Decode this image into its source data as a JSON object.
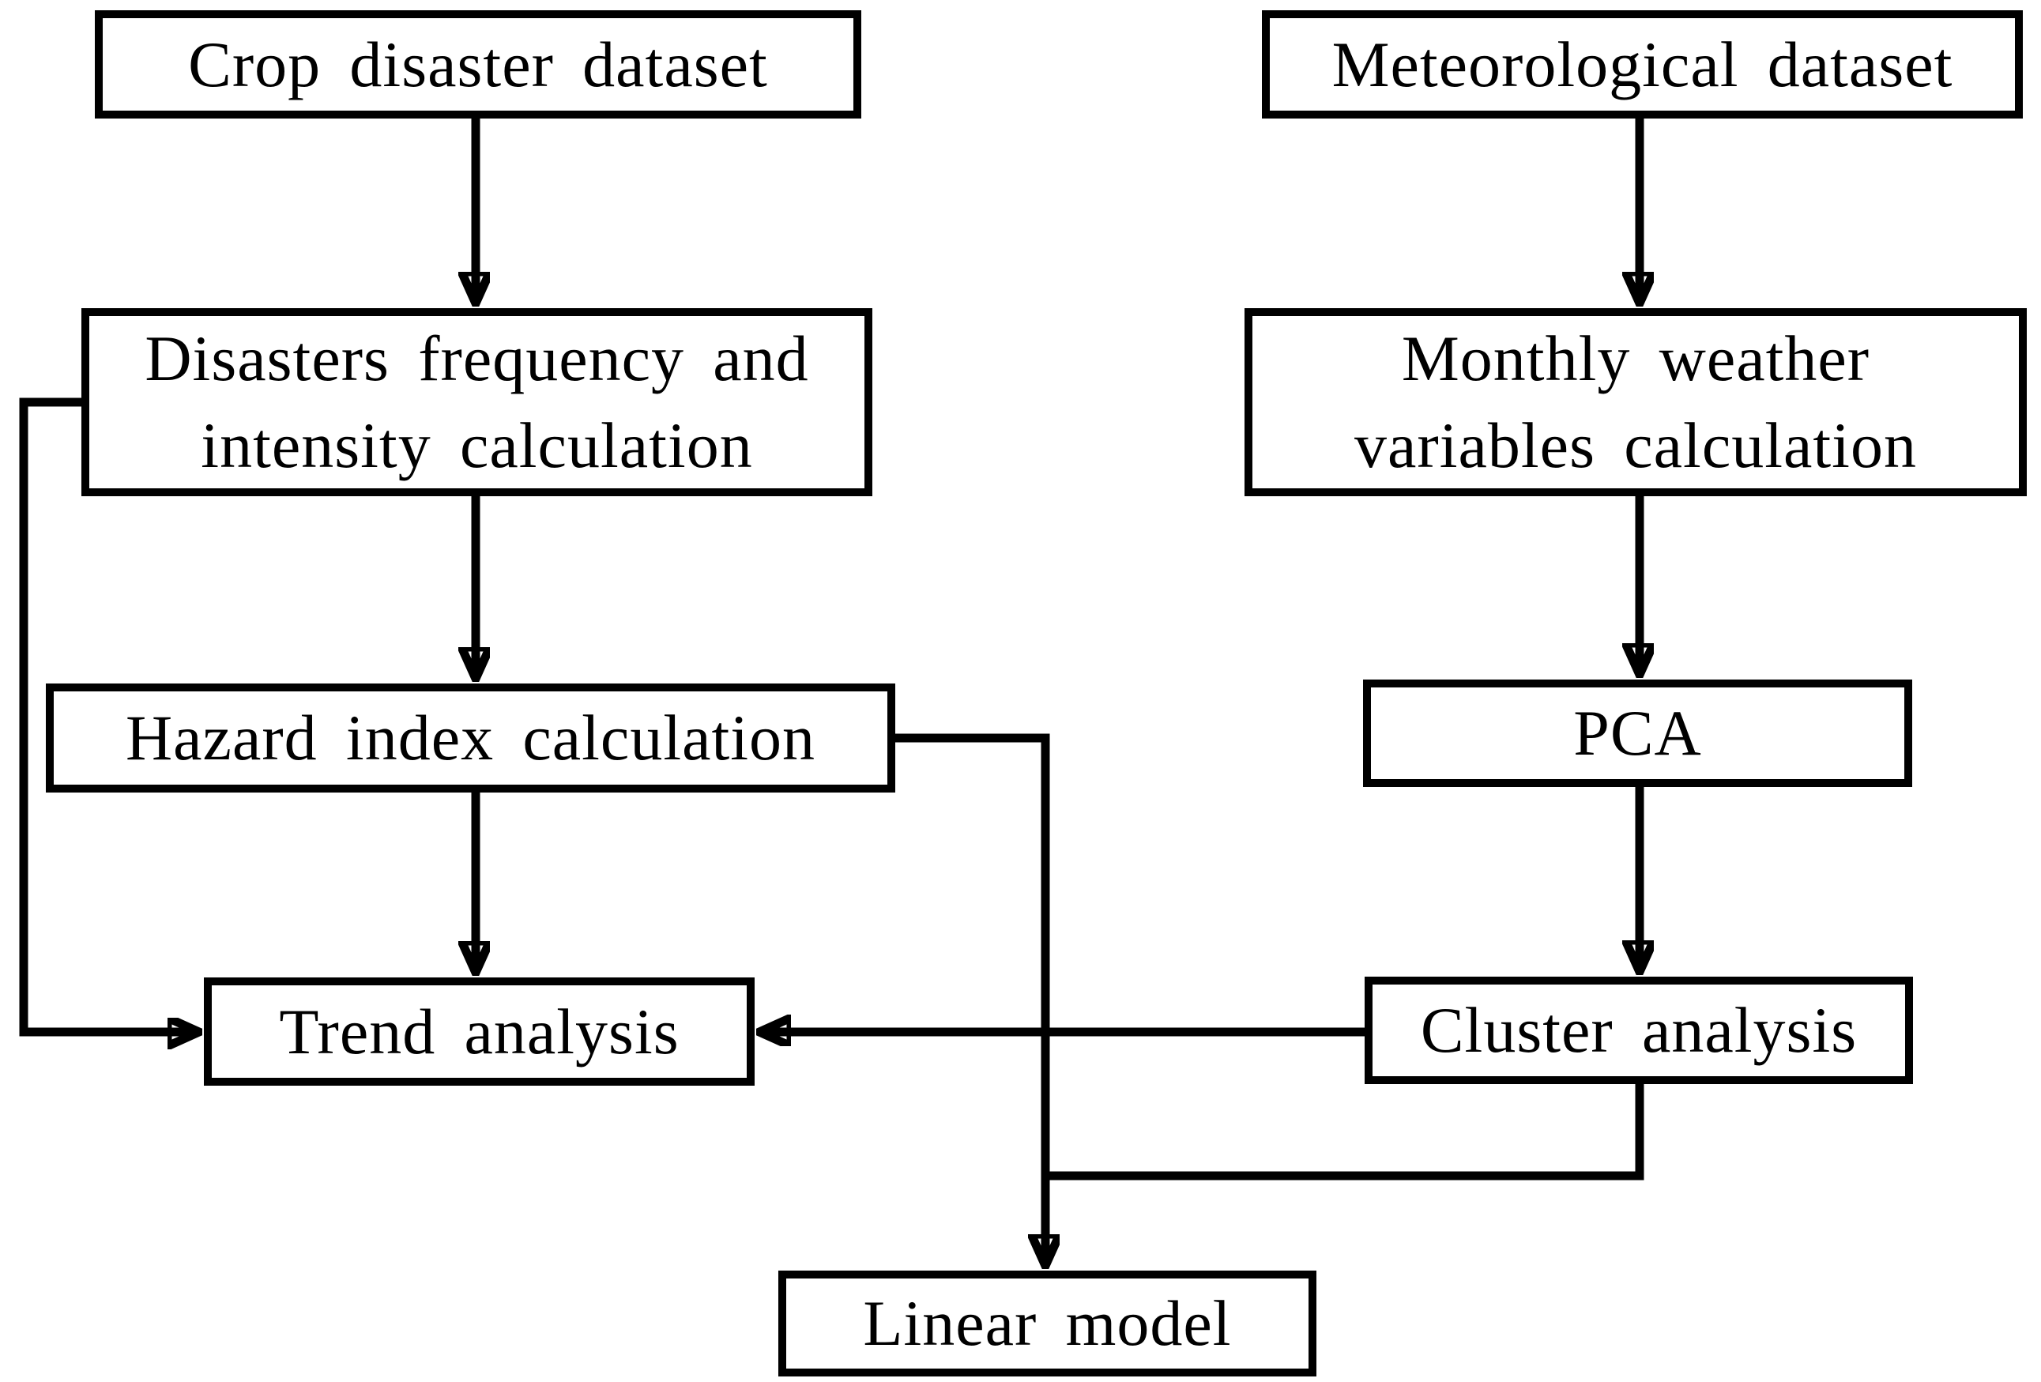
{
  "figure": {
    "background_color": "#ffffff",
    "box_fill_color": "#ffffff",
    "box_border_color": "#000000",
    "text_color": "#000000",
    "arrow_color": "#000000"
  },
  "nodes": [
    {
      "id": "crop-disaster-dataset",
      "lines": [
        "Crop disaster dataset"
      ]
    },
    {
      "id": "meteorological-dataset",
      "lines": [
        "Meteorological dataset"
      ]
    },
    {
      "id": "disasters-frequency-intensity",
      "lines": [
        "Disasters frequency and",
        "intensity calculation"
      ]
    },
    {
      "id": "monthly-weather-variables",
      "lines": [
        "Monthly weather",
        "variables calculation"
      ]
    },
    {
      "id": "hazard-index-calculation",
      "lines": [
        "Hazard index calculation"
      ]
    },
    {
      "id": "pca",
      "lines": [
        "PCA"
      ]
    },
    {
      "id": "trend-analysis",
      "lines": [
        "Trend analysis"
      ]
    },
    {
      "id": "cluster-analysis",
      "lines": [
        "Cluster analysis"
      ]
    },
    {
      "id": "linear-model",
      "lines": [
        "Linear model"
      ]
    }
  ],
  "edges": [
    {
      "from": "crop-disaster-dataset",
      "to": "disasters-frequency-intensity"
    },
    {
      "from": "meteorological-dataset",
      "to": "monthly-weather-variables"
    },
    {
      "from": "disasters-frequency-intensity",
      "to": "hazard-index-calculation"
    },
    {
      "from": "monthly-weather-variables",
      "to": "pca"
    },
    {
      "from": "hazard-index-calculation",
      "to": "trend-analysis"
    },
    {
      "from": "pca",
      "to": "cluster-analysis"
    },
    {
      "from": "disasters-frequency-intensity",
      "to": "trend-analysis"
    },
    {
      "from": "cluster-analysis",
      "to": "trend-analysis"
    },
    {
      "from": "hazard-index-calculation",
      "to": "linear-model"
    },
    {
      "from": "cluster-analysis",
      "to": "linear-model"
    }
  ]
}
